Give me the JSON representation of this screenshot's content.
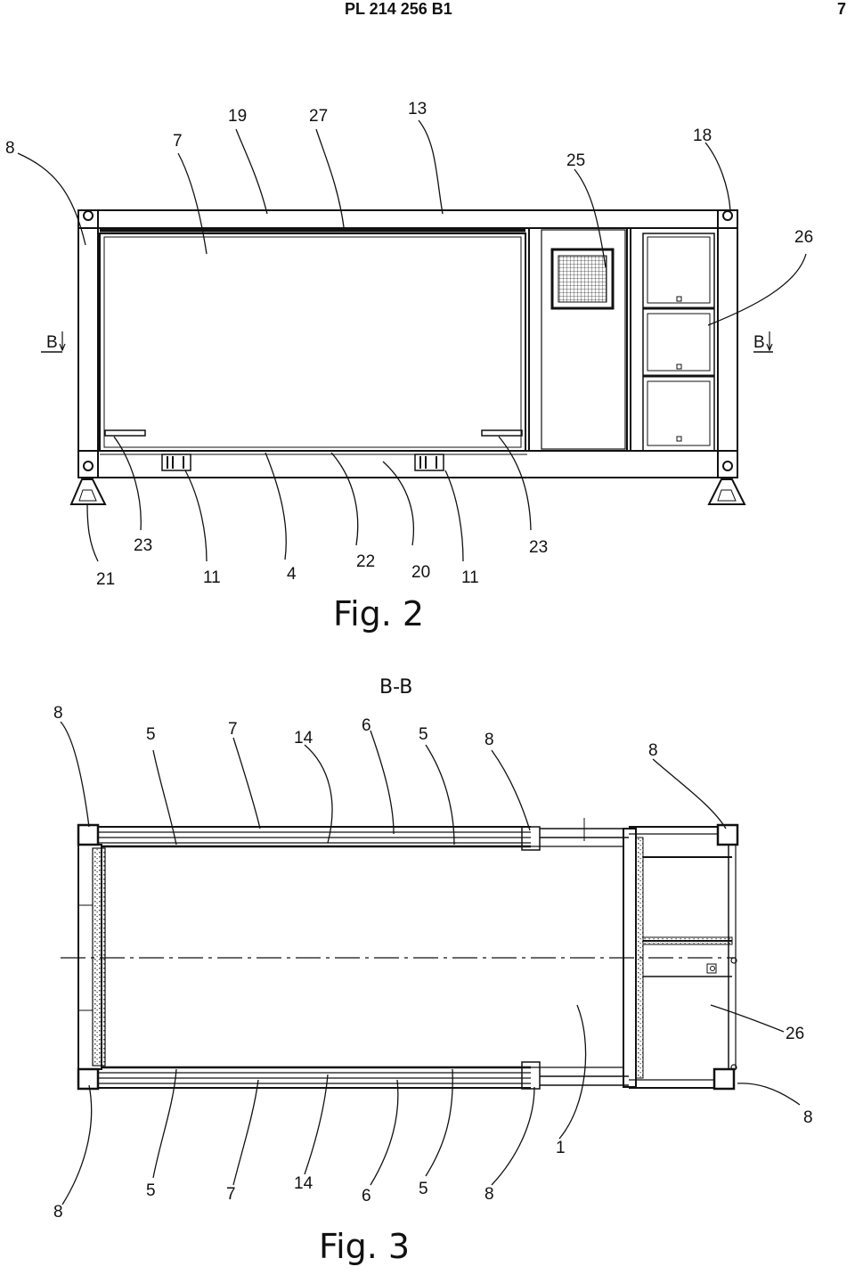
{
  "header": {
    "document_number": "PL 214 256 B1",
    "page_number": "7"
  },
  "fig2": {
    "caption": "Fig. 2",
    "section_marks": [
      "B",
      "B"
    ],
    "labels": {
      "n8": "8",
      "n7": "7",
      "n19": "19",
      "n27": "27",
      "n13": "13",
      "n25": "25",
      "n18": "18",
      "n26": "26",
      "n21": "21",
      "n23a": "23",
      "n11a": "11",
      "n4": "4",
      "n22": "22",
      "n20": "20",
      "n11b": "11",
      "n23b": "23"
    }
  },
  "fig3": {
    "caption": "Fig. 3",
    "section_title": "B-B",
    "labels": {
      "t8a": "8",
      "t5a": "5",
      "t7": "7",
      "t14": "14",
      "t6": "6",
      "t5b": "5",
      "t8b": "8",
      "t8c": "8",
      "r26": "26",
      "r8": "8",
      "b8a": "8",
      "b5a": "5",
      "b7": "7",
      "b14": "14",
      "b6": "6",
      "b5b": "5",
      "b8b": "8",
      "b1": "1"
    }
  }
}
